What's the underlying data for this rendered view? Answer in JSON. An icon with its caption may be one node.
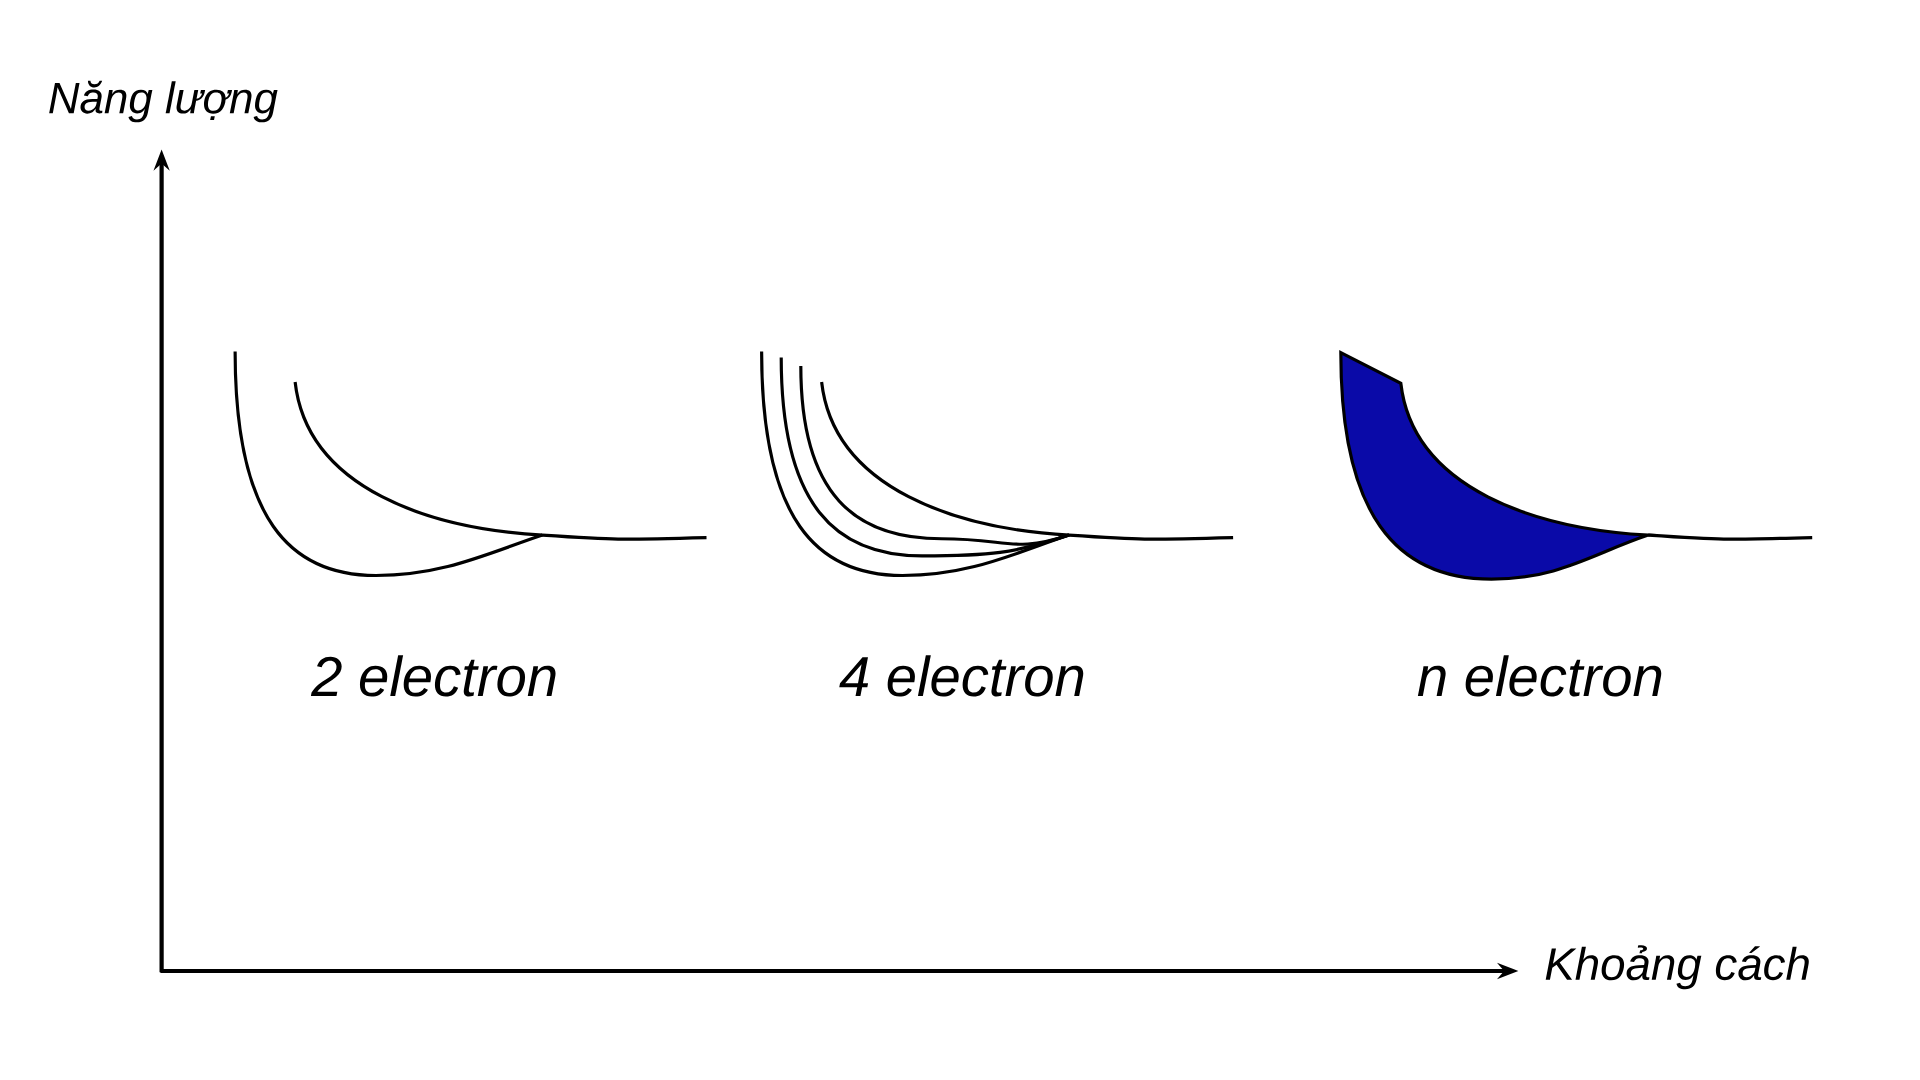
{
  "diagram": {
    "labels": [
      "Năng lượng",
      "2 electron",
      "4 electron",
      "n electron",
      "Khoảng cách"
    ]
  }
}
